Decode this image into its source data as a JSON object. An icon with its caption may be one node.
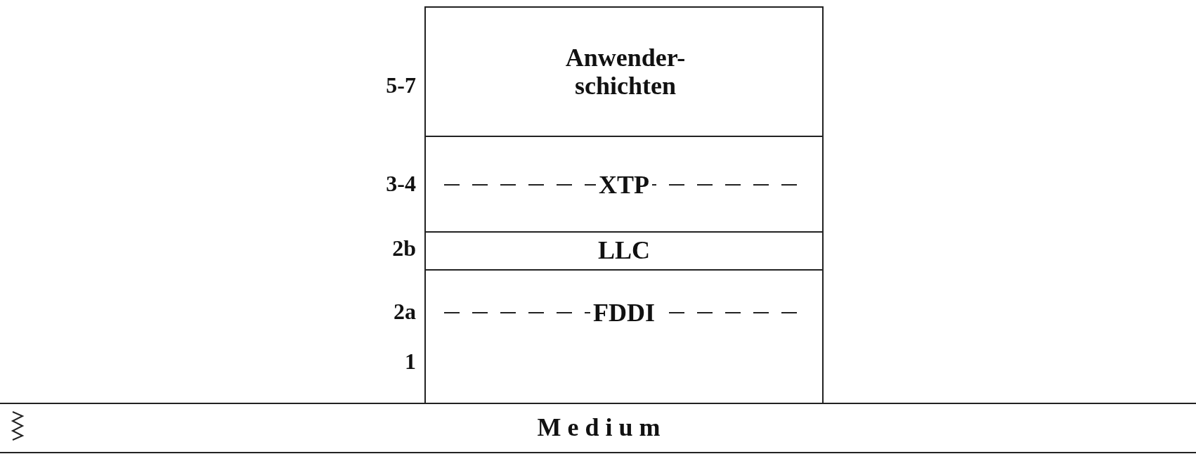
{
  "diagram": {
    "nodes": [
      {
        "text": [
          "Anwender- schichten"
        ],
        "beside": [
          "5-7"
        ]
      },
      {
        "text": [
          "XTP"
        ],
        "beside": [
          "3-4"
        ]
      },
      {
        "text": [
          "LLC"
        ],
        "beside": [
          "2b"
        ]
      },
      {
        "text": [
          "FDDI"
        ],
        "beside": [
          "2a",
          "1"
        ]
      },
      {
        "text": [
          "M e d i u m"
        ]
      }
    ],
    "edges": []
  }
}
